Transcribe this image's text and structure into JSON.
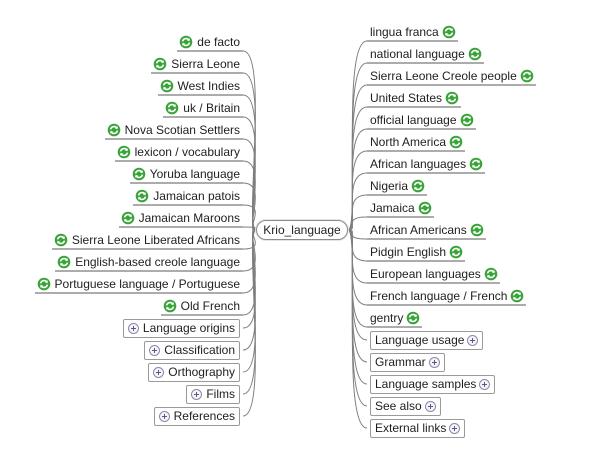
{
  "central": {
    "label": "Krio_language"
  },
  "colors": {
    "line": "#7f7f7f",
    "underline": "#5a5a5a",
    "refresh_green": "#3aa33a"
  },
  "right_topics": [
    {
      "label": "lingua franca",
      "icon": "refresh-icon"
    },
    {
      "label": "national language",
      "icon": "refresh-icon"
    },
    {
      "label": "Sierra Leone Creole people",
      "icon": "refresh-icon"
    },
    {
      "label": "United States",
      "icon": "refresh-icon"
    },
    {
      "label": "official language",
      "icon": "refresh-icon"
    },
    {
      "label": "North America",
      "icon": "refresh-icon"
    },
    {
      "label": "African languages",
      "icon": "refresh-icon"
    },
    {
      "label": "Nigeria",
      "icon": "refresh-icon"
    },
    {
      "label": "Jamaica",
      "icon": "refresh-icon"
    },
    {
      "label": "African Americans",
      "icon": "refresh-icon"
    },
    {
      "label": "Pidgin English",
      "icon": "refresh-icon"
    },
    {
      "label": "European languages",
      "icon": "refresh-icon"
    },
    {
      "label": "French language / French",
      "icon": "refresh-icon"
    },
    {
      "label": "gentry",
      "icon": "refresh-icon"
    },
    {
      "label": "Language usage",
      "icon": "expand-icon"
    },
    {
      "label": "Grammar",
      "icon": "expand-icon"
    },
    {
      "label": "Language samples",
      "icon": "expand-icon"
    },
    {
      "label": "See also",
      "icon": "expand-icon"
    },
    {
      "label": "External links",
      "icon": "expand-icon"
    }
  ],
  "left_topics": [
    {
      "label": "de facto",
      "icon": "refresh-icon"
    },
    {
      "label": "Sierra Leone",
      "icon": "refresh-icon"
    },
    {
      "label": "West Indies",
      "icon": "refresh-icon"
    },
    {
      "label": "uk / Britain",
      "icon": "refresh-icon"
    },
    {
      "label": "Nova Scotian Settlers",
      "icon": "refresh-icon"
    },
    {
      "label": "lexicon / vocabulary",
      "icon": "refresh-icon"
    },
    {
      "label": "Yoruba language",
      "icon": "refresh-icon"
    },
    {
      "label": "Jamaican patois",
      "icon": "refresh-icon"
    },
    {
      "label": "Jamaican Maroons",
      "icon": "refresh-icon"
    },
    {
      "label": "Sierra Leone Liberated Africans",
      "icon": "refresh-icon"
    },
    {
      "label": "English-based creole language",
      "icon": "refresh-icon"
    },
    {
      "label": "Portuguese language / Portuguese",
      "icon": "refresh-icon"
    },
    {
      "label": "Old French",
      "icon": "refresh-icon"
    },
    {
      "label": "Language origins",
      "icon": "expand-icon"
    },
    {
      "label": "Classification",
      "icon": "expand-icon"
    },
    {
      "label": "Orthography",
      "icon": "expand-icon"
    },
    {
      "label": "Films",
      "icon": "expand-icon"
    },
    {
      "label": "References",
      "icon": "expand-icon"
    }
  ]
}
